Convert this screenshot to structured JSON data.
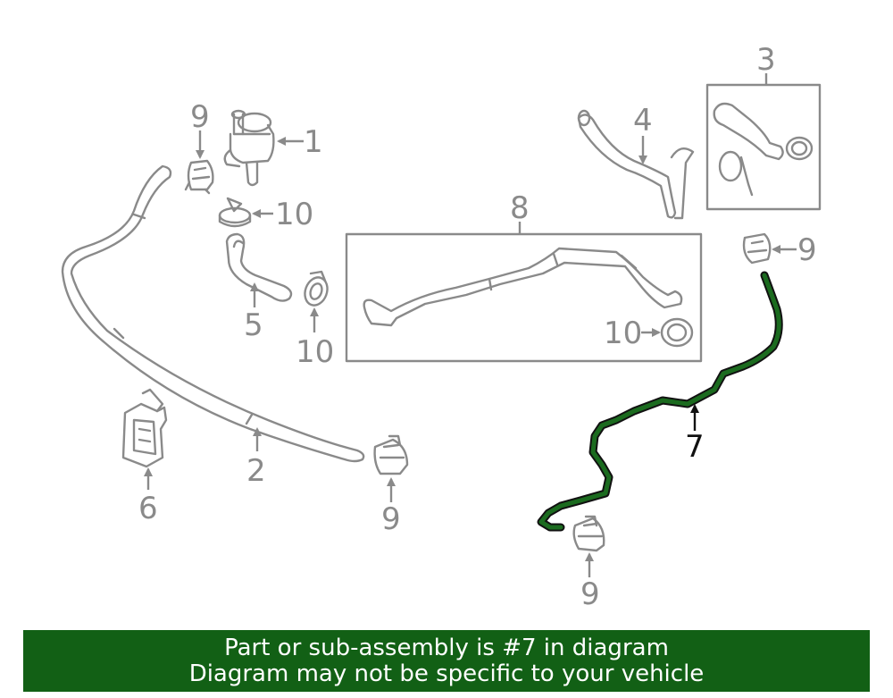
{
  "callouts": {
    "c1": "1",
    "c2": "2",
    "c3": "3",
    "c4": "4",
    "c5": "5",
    "c6": "6",
    "c7": "7",
    "c8": "8",
    "c9a": "9",
    "c9b": "9",
    "c9c": "9",
    "c9d": "9",
    "c10a": "10",
    "c10b": "10",
    "c10c": "10"
  },
  "highlight": {
    "part": "7",
    "color": "#1b6b1f"
  },
  "banner": {
    "line1": "Part or sub-assembly is #7 in diagram",
    "line2": "Diagram may not be specific to your vehicle",
    "background": "#126015",
    "text_color": "#ffffff"
  }
}
